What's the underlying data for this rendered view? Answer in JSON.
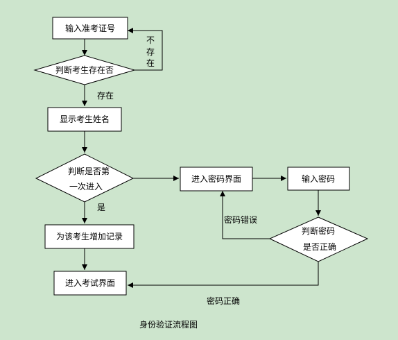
{
  "nodes": {
    "input_ticket": "输入准考证号",
    "check_exists": "判断考生存在否",
    "show_name": "显示考生姓名",
    "first_entry_line1": "判断是否第",
    "first_entry_line2": "一次进入",
    "add_record": "为该考生增加记录",
    "enter_exam": "进入考试界面",
    "enter_password_page": "进入密码界面",
    "input_password": "输入密码",
    "check_password_line1": "判断密码",
    "check_password_line2": "是否正确"
  },
  "edges": {
    "not_exists": [
      "不",
      "存",
      "在"
    ],
    "exists": "存在",
    "yes": "是",
    "password_wrong": "密码错误",
    "password_correct": "密码正确"
  },
  "caption": "身份验证流程图",
  "colors": {
    "background": "#cde5cd",
    "node_fill": "#ffffff",
    "stroke": "#000000"
  }
}
